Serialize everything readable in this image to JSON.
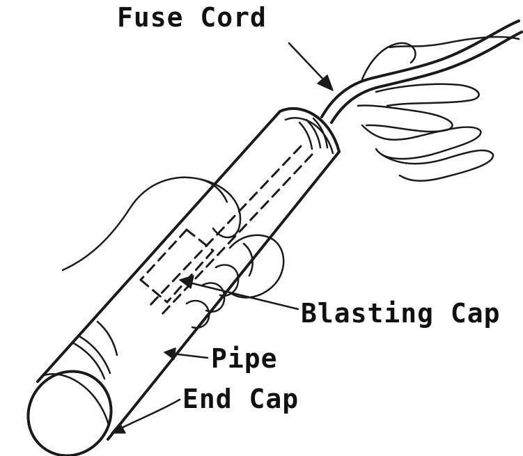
{
  "labels": {
    "fuse_cord": "Fuse Cord",
    "blasting_cap": "Blasting Cap",
    "pipe": "Pipe",
    "end_cap": "End Cap"
  }
}
